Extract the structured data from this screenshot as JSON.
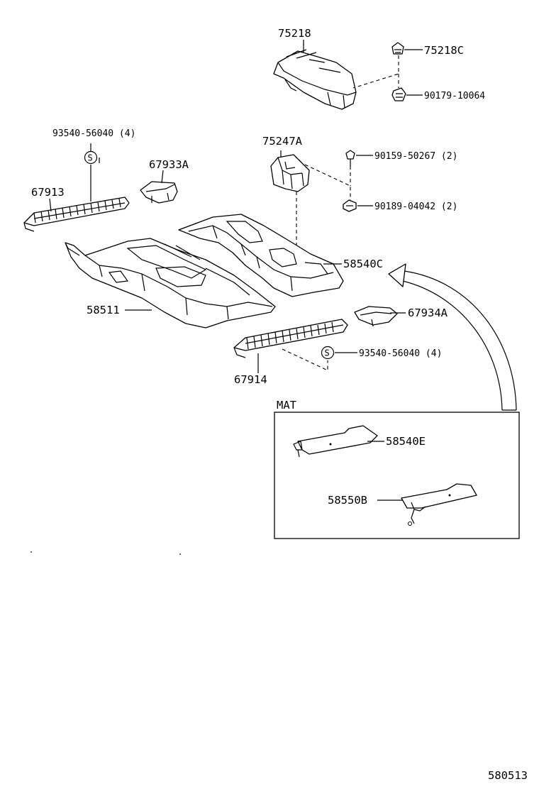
{
  "labels": {
    "p75218": "75218",
    "p75218C": "75218C",
    "p90179": "90179-10064",
    "p93540_top": "93540-56040 (4)",
    "p75247A": "75247A",
    "p90159": "90159-50267 (2)",
    "p67933A": "67933A",
    "p67913": "67913",
    "p90189": "90189-04042 (2)",
    "p58540C": "58540C",
    "p58511": "58511",
    "p67934A": "67934A",
    "p93540_bottom": "93540-56040 (4)",
    "p67914": "67914",
    "mat": "MAT",
    "p58540E": "58540E",
    "p58550B": "58550B",
    "diagram_id": "580513"
  },
  "clip_symbol": "S"
}
